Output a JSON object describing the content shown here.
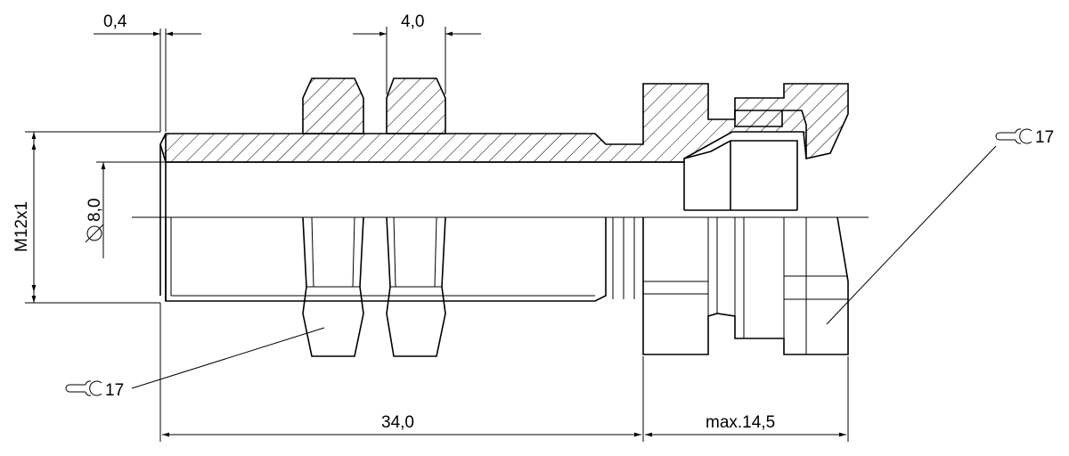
{
  "drawing": {
    "dimensions": {
      "top_left": "0,4",
      "top_mid": "4,0",
      "left_outer": "M12x1",
      "left_inner": "8,0",
      "bottom_left": "34,0",
      "bottom_right": "max.14,5"
    },
    "wrench_labels": {
      "left": "17",
      "right": "17"
    },
    "icons": {
      "wrench": "wrench-icon",
      "diameter": "diameter-symbol"
    }
  }
}
